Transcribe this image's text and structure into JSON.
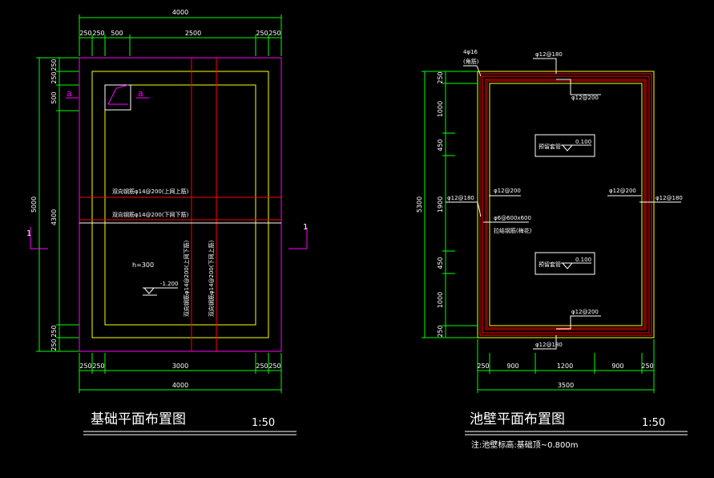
{
  "left_plan": {
    "title": "基础平面布置图",
    "scale": "1:50",
    "dim_top_total": "4000",
    "dim_top_parts": [
      "250",
      "250",
      "500",
      "2500",
      "250",
      "250"
    ],
    "dim_bottom_parts": [
      "250",
      "250",
      "3000",
      "250",
      "250"
    ],
    "dim_bottom_total": "4000",
    "dim_left_total": "5000",
    "dim_left_parts": [
      "250",
      "250",
      "500",
      "4300",
      "250",
      "250"
    ],
    "section_mark": "1",
    "detail_mark": "a",
    "rebar_top_long": "双向钢筋φ14@200(上网上筋)",
    "rebar_bottom_long": "双向钢筋φ14@200(下网下筋)",
    "rebar_top_short": "双向钢筋φ14@200(上网下筋)",
    "rebar_bottom_short": "双向钢筋φ14@200(下网上筋)",
    "thickness": "h=300",
    "elevation": "-1.200"
  },
  "right_plan": {
    "title": "池壁平面布置图",
    "scale": "1:50",
    "note": "注:池壁标高:基础顶~0.800m",
    "corner_bar": "4φ16",
    "corner_bar_note": "(角筋)",
    "rebar_outer": "φ12@180",
    "rebar_inner": "φ12@200",
    "stirrup": "φ6@600x600",
    "stirrup_note": "拉结钢筋(梅花)",
    "fitting_label": "预留套管",
    "fitting_elev": "0.100",
    "dim_left_total": "5300",
    "dim_left_parts": [
      "250",
      "1000",
      "450",
      "1900",
      "450",
      "1000",
      "250"
    ],
    "dim_bottom_parts": [
      "250",
      "900",
      "1200",
      "900",
      "250"
    ],
    "dim_bottom_total": "3500"
  }
}
